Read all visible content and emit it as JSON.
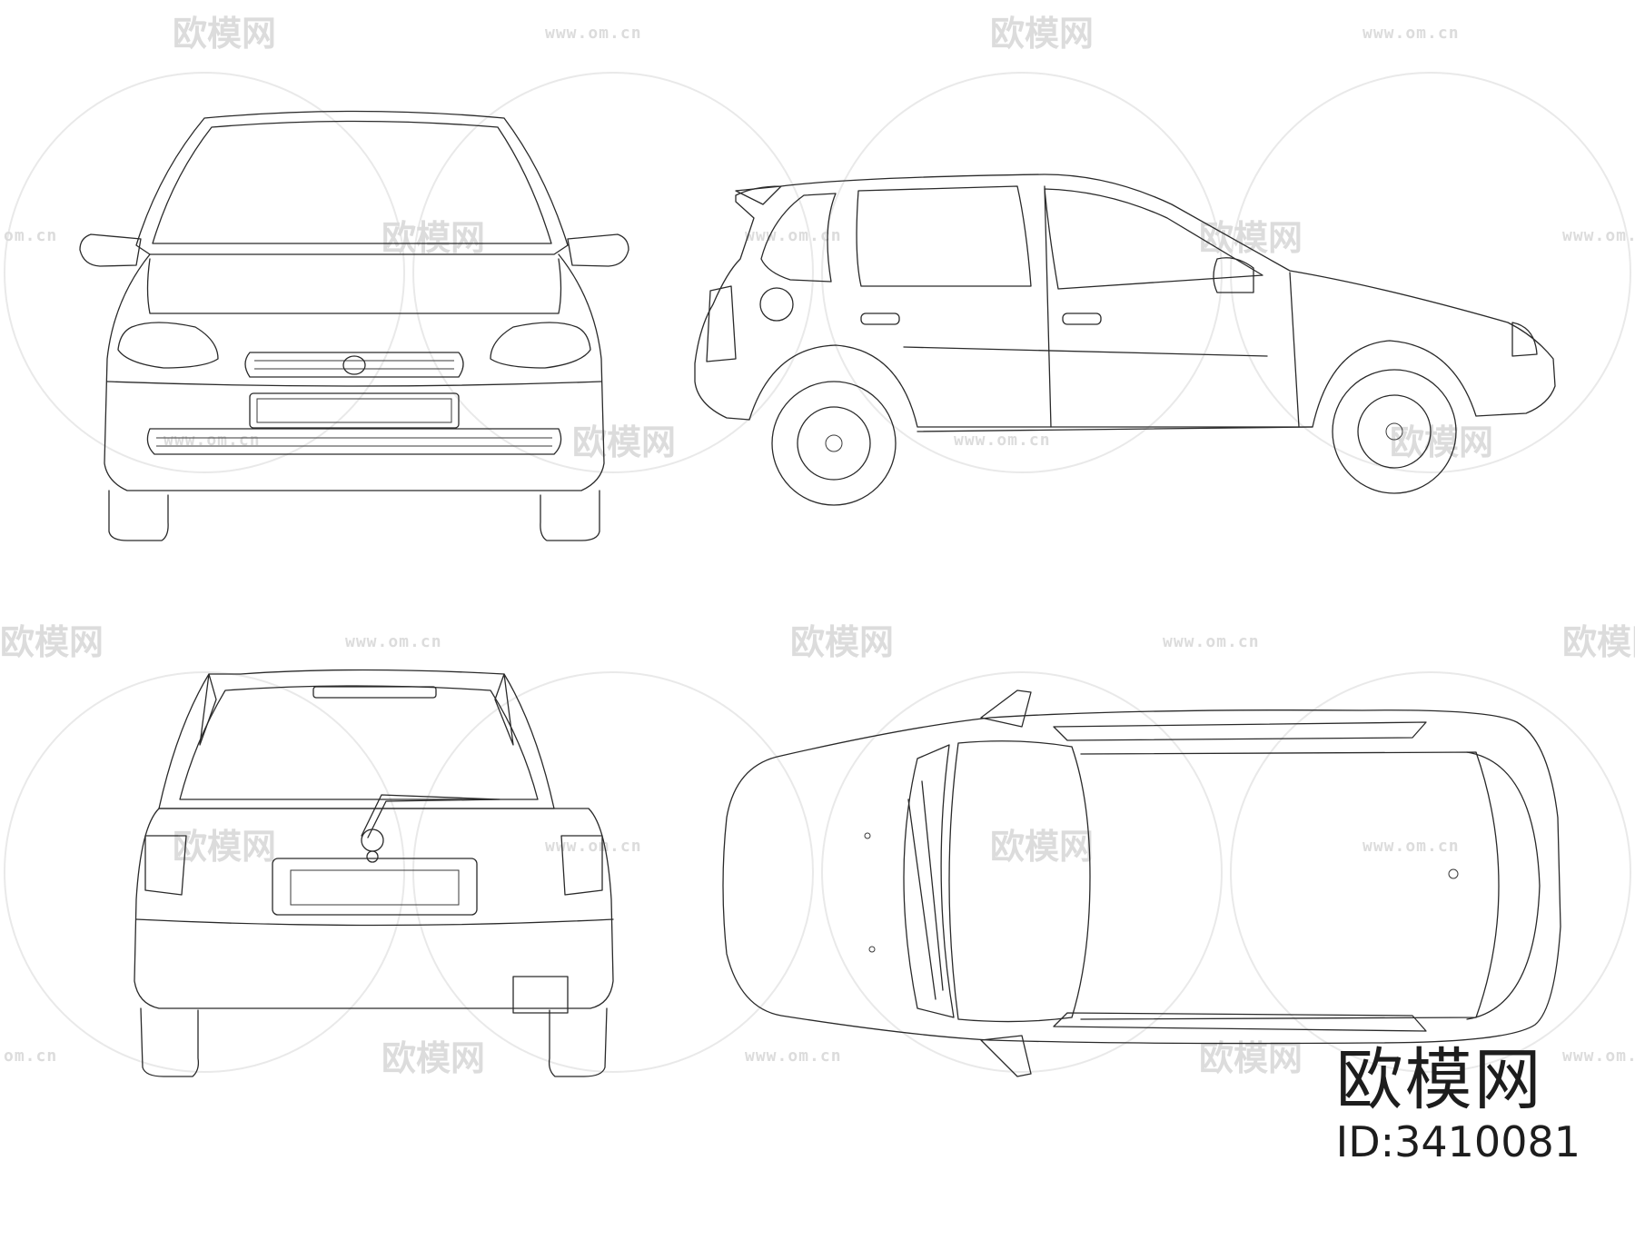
{
  "watermark": {
    "brand": "欧模网",
    "url": "www.om.cn",
    "url_fragment": "om.cn"
  },
  "brand_mark": {
    "name": "欧模网",
    "id_label": "ID:3410081"
  },
  "views": [
    "front-view",
    "side-view",
    "rear-view",
    "top-view"
  ]
}
